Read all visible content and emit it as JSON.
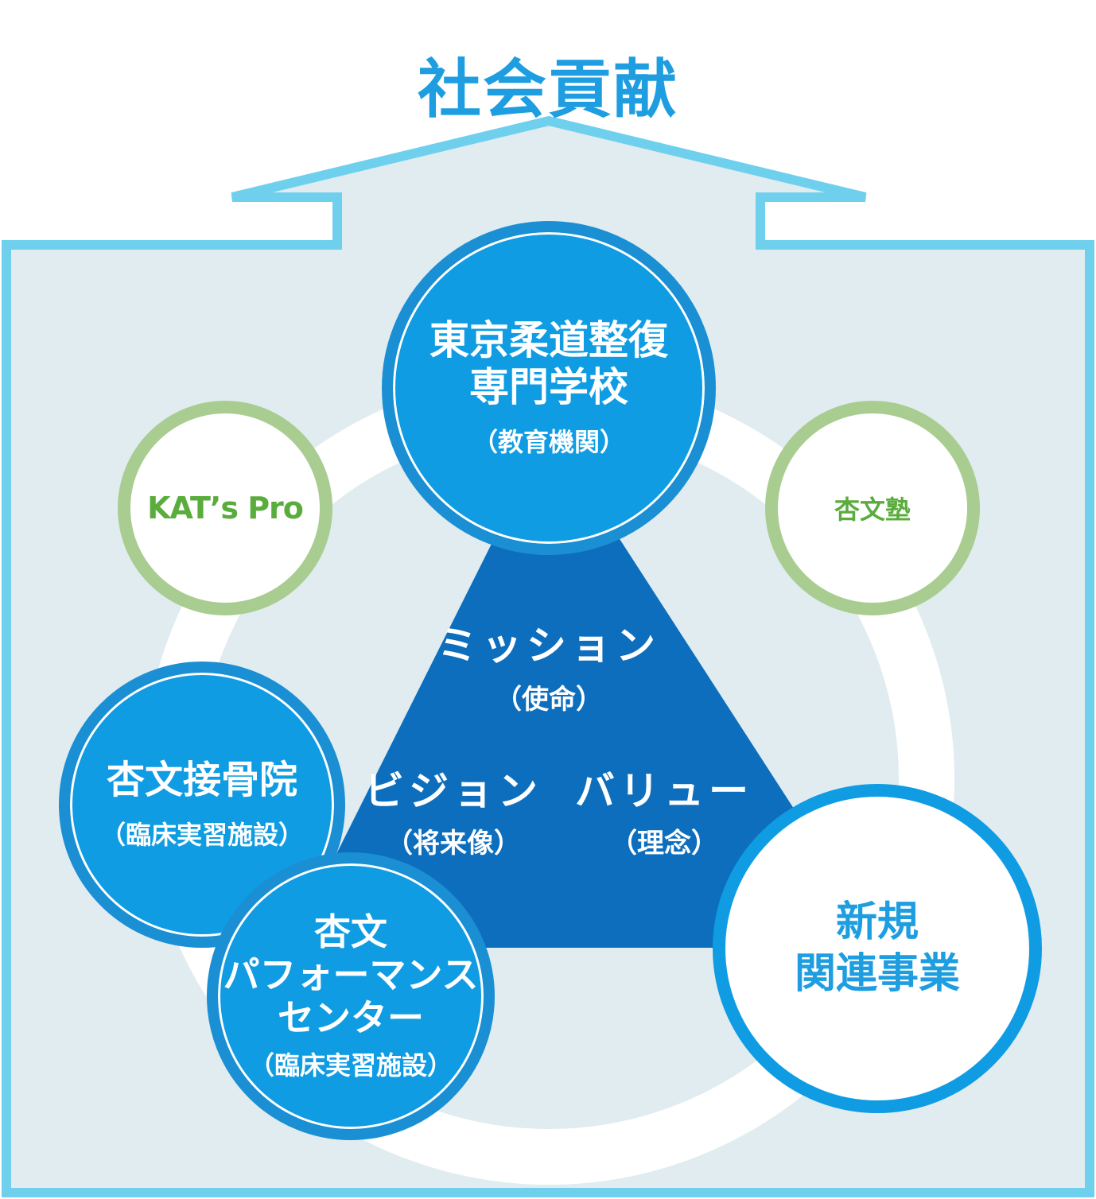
{
  "title": "社会貢献",
  "center": {
    "mission": {
      "label": "ミッション",
      "sub": "（使命）"
    },
    "vision": {
      "label": "ビジョン",
      "sub": "（将来像）"
    },
    "value": {
      "label": "バリュー",
      "sub": "（理念）"
    }
  },
  "nodes": {
    "school": {
      "line1": "東京柔道整復",
      "line2": "専門学校",
      "sub": "（教育機関）"
    },
    "kats": {
      "label": "KAT’s Pro"
    },
    "juku": {
      "label": "杏文塾"
    },
    "clinic": {
      "label": "杏文接骨院",
      "sub": "（臨床実習施設）"
    },
    "performance": {
      "line1": "杏文",
      "line2": "パフォーマンス",
      "line3": "センター",
      "sub": "（臨床実習施設）"
    },
    "new": {
      "line1": "新規",
      "line2": "関連事業"
    }
  },
  "colors": {
    "accent": "#1e9ee0",
    "circle_fill": "#0f9ce3",
    "triangle": "#0d6ebd",
    "frame": "#6fd0ee",
    "background": "#e0ecf0",
    "green": "#5aac3c",
    "green_border": "#a9cd90"
  }
}
